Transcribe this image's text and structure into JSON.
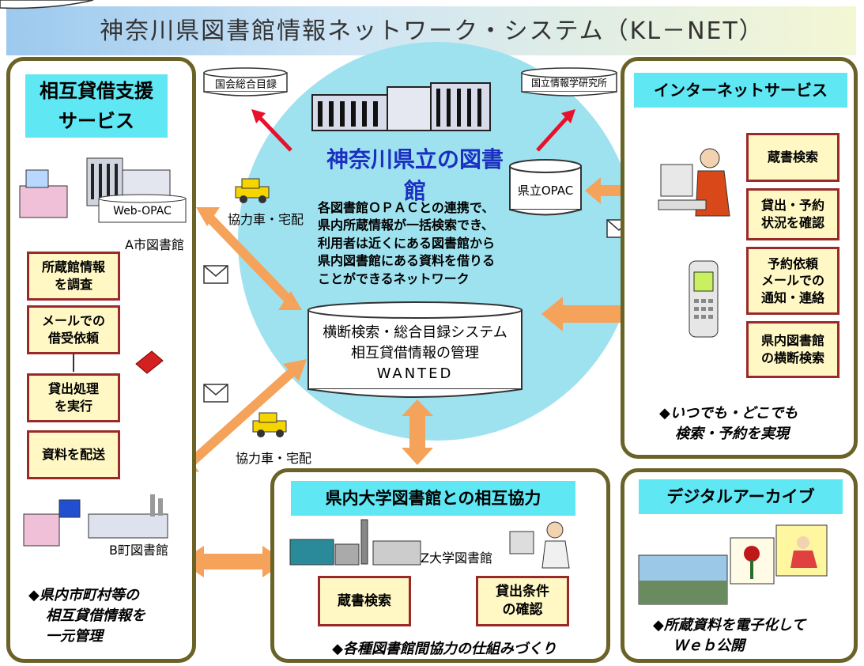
{
  "title": "神奈川県図書館情報ネットワーク・システム（KL－NET）",
  "center": {
    "name": "神奈川県立の図書館",
    "description": [
      "各図書館ＯＰＡＣとの連携で、",
      "県内所蔵情報が一括検索でき、",
      "利用者は近くにある図書館から",
      "県内図書館にある資料を借りる",
      "ことができるネットワーク"
    ],
    "system_lines": [
      "横断検索・総合目録システム",
      "相互貸借情報の管理",
      "WANTED"
    ],
    "opac_label": "県立OPAC",
    "ndl": "国会総合目録",
    "nii": "国立情報学研究所"
  },
  "left_panel": {
    "header": [
      "相互貸借支援",
      "サービス"
    ],
    "webopac": "Web-OPAC",
    "a_library": "A市図書館",
    "steps": [
      [
        "所蔵館情報",
        "を調査"
      ],
      [
        "メールでの",
        "借受依頼"
      ],
      [
        "貸出処理",
        "を実行"
      ],
      [
        "資料を配送"
      ]
    ],
    "b_library": "B町図書館",
    "footer": [
      "◆県内市町村等の",
      "相互貸借情報を",
      "一元管理"
    ]
  },
  "right_panel": {
    "header": "インターネットサービス",
    "services": [
      [
        "蔵書検索"
      ],
      [
        "貸出・予約",
        "状況を確認"
      ],
      [
        "予約依頼",
        "メールでの",
        "通知・連絡"
      ],
      [
        "県内図書館",
        "の横断検索"
      ]
    ],
    "footer": [
      "◆いつでも・どこでも",
      "検索・予約を実現"
    ]
  },
  "university_panel": {
    "header": "県内大学図書館との相互協力",
    "z_library": "Z大学図書館",
    "items": [
      [
        "蔵書検索"
      ],
      [
        "貸出条件",
        "の確認"
      ]
    ],
    "footer": "◆各種図書館間協力の仕組みづくり"
  },
  "digital_panel": {
    "header": "デジタルアーカイブ",
    "footer": [
      "◆所蔵資料を電子化して",
      "Ｗｅｂ公開"
    ]
  },
  "delivery": [
    "協力車・宅配",
    "協力車・宅配"
  ],
  "colors": {
    "panel_border": "#6b6227",
    "header_bg": "#5fe7f4",
    "box_bg": "#fff8c4",
    "box_border": "#9a2a2a",
    "arrow": "#f5a25a",
    "circle": "#9fe2ef",
    "red_arrow": "#e8102a"
  }
}
